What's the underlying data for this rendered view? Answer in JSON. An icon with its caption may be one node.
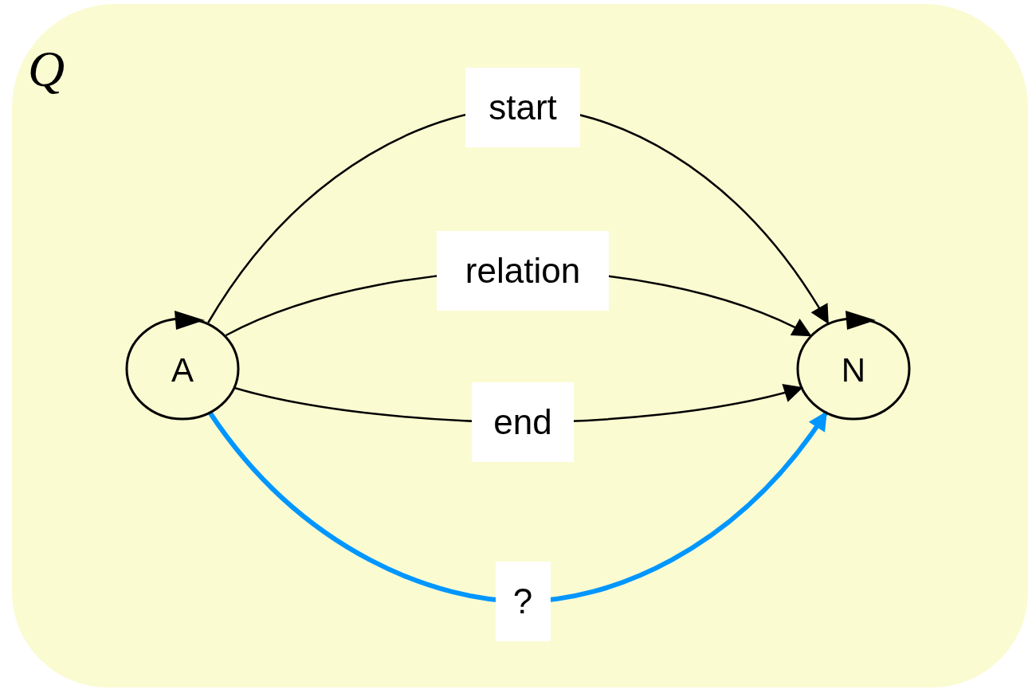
{
  "diagram": {
    "nodes": [
      {
        "text": [
          "Q"
        ]
      },
      {
        "text": [
          "A"
        ],
        "in": 0
      },
      {
        "text": [
          "N"
        ],
        "in": 0
      }
    ],
    "edges": [
      {
        "from": 1,
        "to": 2,
        "arrow": "to",
        "label": "start"
      },
      {
        "from": 1,
        "to": 2,
        "arrow": "to",
        "label": "relation"
      },
      {
        "from": 1,
        "to": 2,
        "arrow": "to",
        "label": "end"
      },
      {
        "from": 1,
        "to": 2,
        "arrow": "to",
        "label": "?",
        "style": "thick",
        "color": "#0096ff"
      }
    ]
  }
}
